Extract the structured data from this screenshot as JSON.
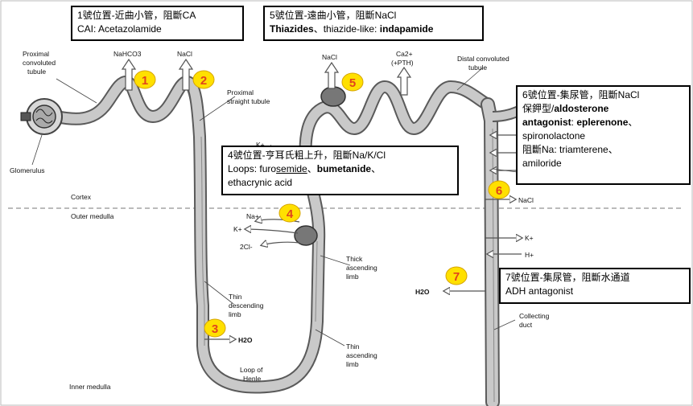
{
  "colors": {
    "tubule_fill": "#c9c9c9",
    "tubule_line": "#5a5a5a",
    "badge_fill": "#ffe000",
    "badge_text": "#e0431c",
    "box_border": "#000000"
  },
  "zones": {
    "cortex": "Cortex",
    "outer_medulla": "Outer medulla",
    "inner_medulla": "Inner medulla"
  },
  "labels": {
    "proximal_convoluted": [
      "Proximal",
      "convoluted",
      "tubule"
    ],
    "glomerulus": "Glomerulus",
    "proximal_straight": [
      "Proximal",
      "straight tubule"
    ],
    "distal_convoluted": [
      "Distal convoluted",
      "tubule"
    ],
    "thin_descending": [
      "Thin",
      "descending",
      "limb"
    ],
    "thick_ascending": [
      "Thick",
      "ascending",
      "limb"
    ],
    "thin_ascending": [
      "Thin",
      "ascending",
      "limb"
    ],
    "loop_of_henle": [
      "Loop of",
      "Henle"
    ],
    "collecting_duct": [
      "Collecting",
      "duct"
    ]
  },
  "transport": {
    "nahco3": "NaHCO3",
    "nacl_1": "NaCl",
    "nacl_5": "NaCl",
    "ca_pth": [
      "Ca2+",
      "(+PTH)"
    ],
    "k_top": "K+",
    "na_loop": "Na+",
    "k_loop": "K+",
    "cl_loop": "2Cl-",
    "nacl_6": "NaCl",
    "k_cd": "K+",
    "h_cd": "H+",
    "h2o_7": "H2O",
    "h2o_3": "H2O"
  },
  "badges": [
    "1",
    "2",
    "3",
    "4",
    "5",
    "6",
    "7"
  ],
  "boxes": {
    "box1": {
      "line1": "1號位置-近曲小管，阻斷CA",
      "line2": "CAI: Acetazolamide"
    },
    "box5": {
      "line1": "5號位置-遠曲小管，阻斷NaCl",
      "line2_bold": "Thiazides",
      "line2_mid": "、thiazide-like: ",
      "line2_bold2": "indapamide"
    },
    "box4": {
      "line1": "4號位置-亨耳氏粗上升，阻斷Na/K/Cl",
      "line2_pre": "Loops: furo",
      "line2_u": "semide",
      "line2_sep": "、",
      "line2_bold": "bumetanide",
      "line2_end": "、",
      "line3": "ethacrynic acid"
    },
    "box6": {
      "line1": "6號位置-集尿管，阻斷NaCl",
      "line2_pre": "保鉀型/",
      "line2_bold": "aldosterone",
      "line3_bold": "antagonist",
      "line3_mid": ": ",
      "line3_bold2": "eplerenone",
      "line3_end": "、",
      "line4": "spironolactone",
      "line5": "阻斷Na: triamterene、",
      "line6": "amiloride"
    },
    "box7": {
      "line1": "7號位置-集尿管，阻斷水通道",
      "line2": "ADH antagonist"
    }
  }
}
